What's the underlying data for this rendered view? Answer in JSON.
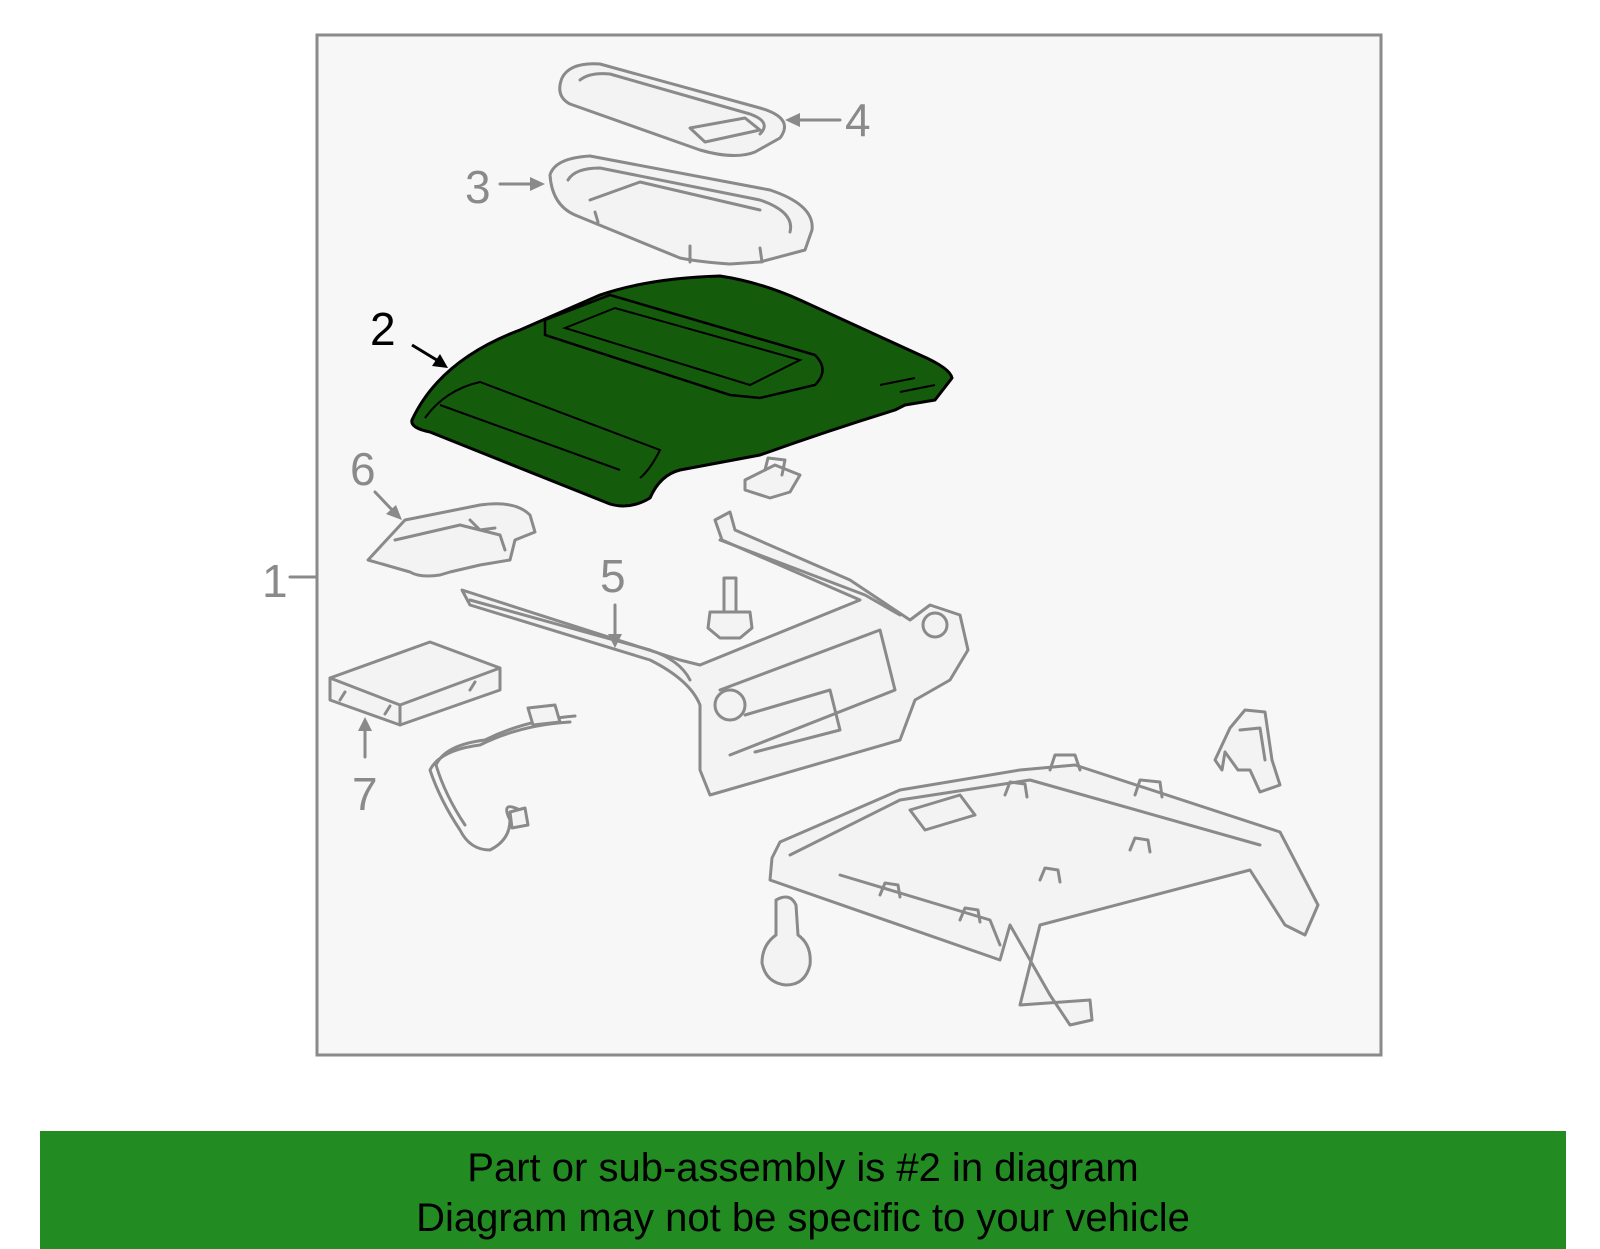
{
  "callouts": {
    "c1": "1",
    "c2": "2",
    "c3": "3",
    "c4": "4",
    "c5": "5",
    "c6": "6",
    "c7": "7"
  },
  "highlighted_part": "2",
  "colors": {
    "highlight_fill": "#145c0b",
    "outline": "#8a8a8a",
    "frame_bg": "#f7f7f7",
    "caption_bg": "#228b22"
  },
  "caption": {
    "line1": "Part or sub-assembly is #2 in diagram",
    "line2": "Diagram may not be specific to your vehicle"
  }
}
